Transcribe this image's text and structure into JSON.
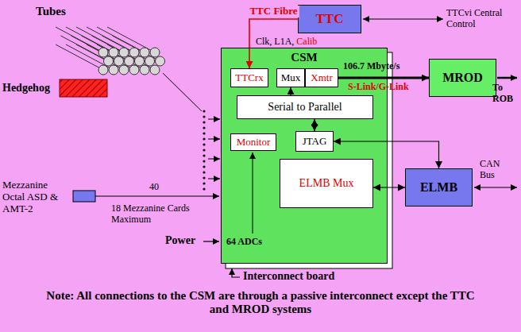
{
  "diagram": {
    "nodes": [
      {
        "text": [
          "TTC"
        ]
      },
      {
        "text": [
          "CSM"
        ]
      },
      {
        "text": [
          "TTCrx"
        ],
        "in": 1
      },
      {
        "text": [
          "Mux"
        ],
        "in": 1
      },
      {
        "text": [
          "Xmtr"
        ],
        "in": 1
      },
      {
        "text": [
          "Serial to Parallel"
        ],
        "in": 1
      },
      {
        "text": [
          "Monitor"
        ],
        "in": 1
      },
      {
        "text": [
          "JTAG"
        ],
        "in": 1
      },
      {
        "text": [
          "ELMB Mux"
        ],
        "in": 1
      },
      {
        "text": [
          "MROD"
        ]
      },
      {
        "text": [
          "ELMB"
        ]
      }
    ],
    "edges": [
      {
        "from": 0,
        "to": 2,
        "arrow": "to",
        "label": "TTC Fibre"
      },
      {
        "from": 4,
        "to": 9,
        "arrow": "to"
      },
      {
        "from": 5,
        "to": 3,
        "arrow": "to"
      },
      {
        "from": 7,
        "to": 5,
        "arrow": "both"
      },
      {
        "from": 7,
        "to": 10,
        "arrow": "both"
      },
      {
        "from": 8,
        "to": 10,
        "arrow": "both"
      }
    ],
    "labels": [
      "Tubes",
      "Hedgehog",
      "Mezzanine Octal ASD & AMT-2",
      "40",
      "18 Mezzanine Cards Maximum",
      "Clk, L1A,",
      "Calib",
      "TTCvi Central Control",
      "106.7 Mbyte/s",
      "S-Link/G-Link",
      "To ROB",
      "64 ADCs",
      "CAN Bus",
      "Power",
      "Interconnect board",
      "Note: All connections to the CSM are through a passive interconnect except the TTC and MROD systems"
    ]
  }
}
